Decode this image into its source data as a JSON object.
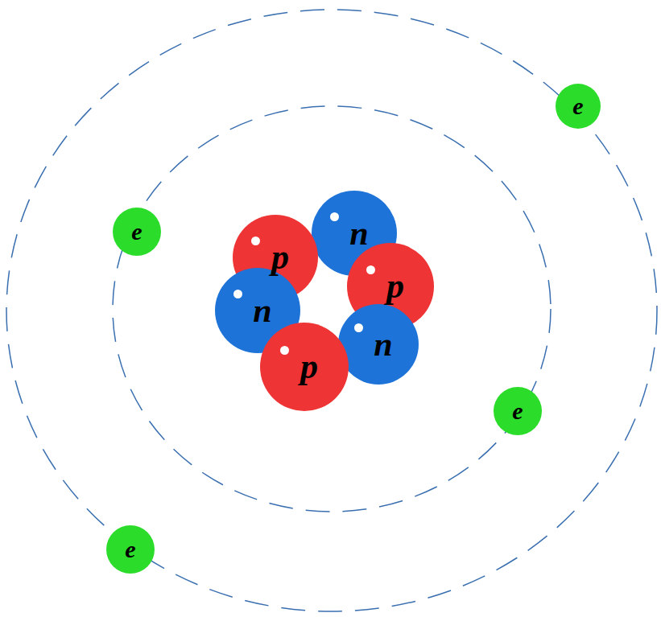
{
  "diagram": {
    "nodes": [
      {
        "text": [
          "e"
        ]
      },
      {
        "text": [
          "n"
        ]
      },
      {
        "text": [
          "e"
        ]
      },
      {
        "text": [
          "p"
        ]
      },
      {
        "text": [
          "p"
        ]
      },
      {
        "text": [
          "n"
        ]
      },
      {
        "text": [
          "n"
        ]
      },
      {
        "text": [
          "p"
        ]
      },
      {
        "text": [
          "e"
        ]
      },
      {
        "text": [
          "e"
        ]
      }
    ]
  }
}
